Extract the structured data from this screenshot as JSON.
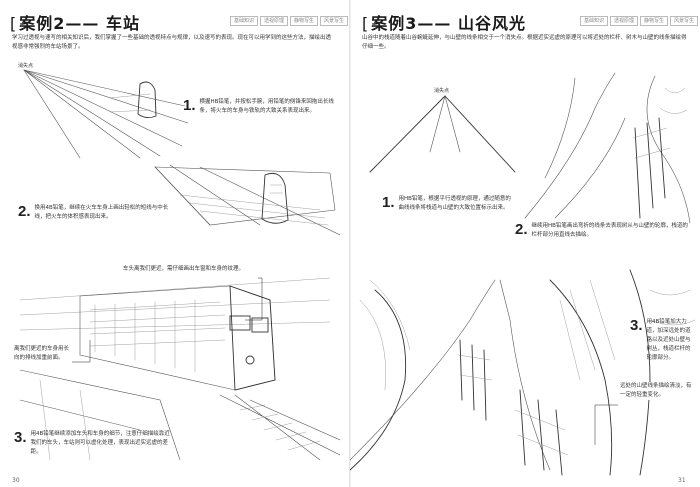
{
  "left_page": {
    "title_open": "[",
    "title": "案例2—— 车站",
    "tabs": [
      "基础知识",
      "透视原理",
      "静物写生",
      "风景写生"
    ],
    "intro": "学习过透视与速写的相关知识后，我们掌握了一些基础的透视特点与规律，以及速写的表现。现在可以用学到的这些方法，描绘出透视感非常强烈的车站场景了。",
    "vanishing_point_label": "消失点",
    "steps": [
      {
        "num": "1.",
        "text": "横握HB铅笔，并按松手腕，用铅笔的侧锋来回拖出长线条，将火车的车身与铁轨的大致关系表现出来。"
      },
      {
        "num": "2.",
        "text": "换用4B铅笔，继续在火车车身上画出轻松的短线与中长线，把火车的体积感表现出来。"
      },
      {
        "num": "3.",
        "text": "用4B铅笔继续添加车头和车身的细节，注意仔细描绘靠近我们的车头，车站则可以虚化处理，表现出近实远虚的差距。"
      }
    ],
    "note_top": "车头离我们更近，需仔细画出车窗和车身的纹理。",
    "note_left": "离我们更近的车身用长向的排线加重前面。",
    "page_number": "30"
  },
  "right_page": {
    "title_open": "[",
    "title": "案例3—— 山谷风光",
    "tabs": [
      "基础知识",
      "透视原理",
      "静物写生",
      "风景写生"
    ],
    "intro": "山谷中的栈道随着山谷蜿蜒延伸，与山壁的线条相交于一个消失点。根据近实远虚的原理可以将近处的栏杆、树木与山壁的线条描绘得仔细一些。",
    "vanishing_point_label": "消失点",
    "steps": [
      {
        "num": "1.",
        "text": "用HB铅笔，根据平行透视的原理，通过随意的曲线线条将栈道与山壁的大致位置标示出来。"
      },
      {
        "num": "2.",
        "text": "继续用HB铅笔画出弯折的线条去表现树从与山壁的轮廓，栈道的栏杆部分用直线去描绘。"
      },
      {
        "num": "3.",
        "text": "用4B铅笔加大力道，加深远处的道路以及近处山壁与树丛，栈道栏杆的轮廓部分。"
      }
    ],
    "note": "远处的山壁线条描绘清淡，有一定的轻重变化。",
    "page_number": "31"
  }
}
